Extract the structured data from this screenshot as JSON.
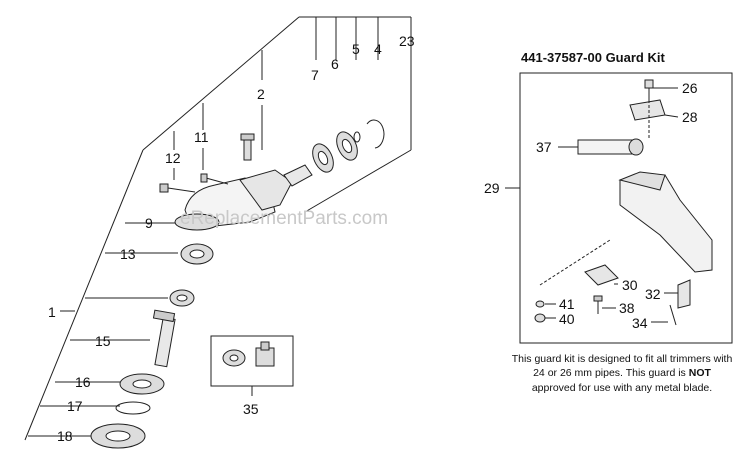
{
  "watermark": "eReplacementParts.com",
  "callouts": {
    "c1": "1",
    "c2": "2",
    "c4": "4",
    "c5": "5",
    "c6": "6",
    "c7": "7",
    "c9": "9",
    "c11": "11",
    "c12": "12",
    "c13": "13",
    "c15": "15",
    "c16": "16",
    "c17": "17",
    "c18": "18",
    "c23": "23",
    "c26": "26",
    "c28": "28",
    "c29": "29",
    "c30": "30",
    "c32": "32",
    "c34": "34",
    "c35": "35",
    "c37": "37",
    "c38": "38",
    "c40": "40",
    "c41": "41"
  },
  "guard_kit": {
    "title": "441-37587-00 Guard Kit",
    "note_part1": "This guard kit is designed to fit all trimmers with 24 or 26 mm pipes. This guard is ",
    "note_emphasis": "NOT",
    "note_part2": " approved for use with any metal blade."
  }
}
